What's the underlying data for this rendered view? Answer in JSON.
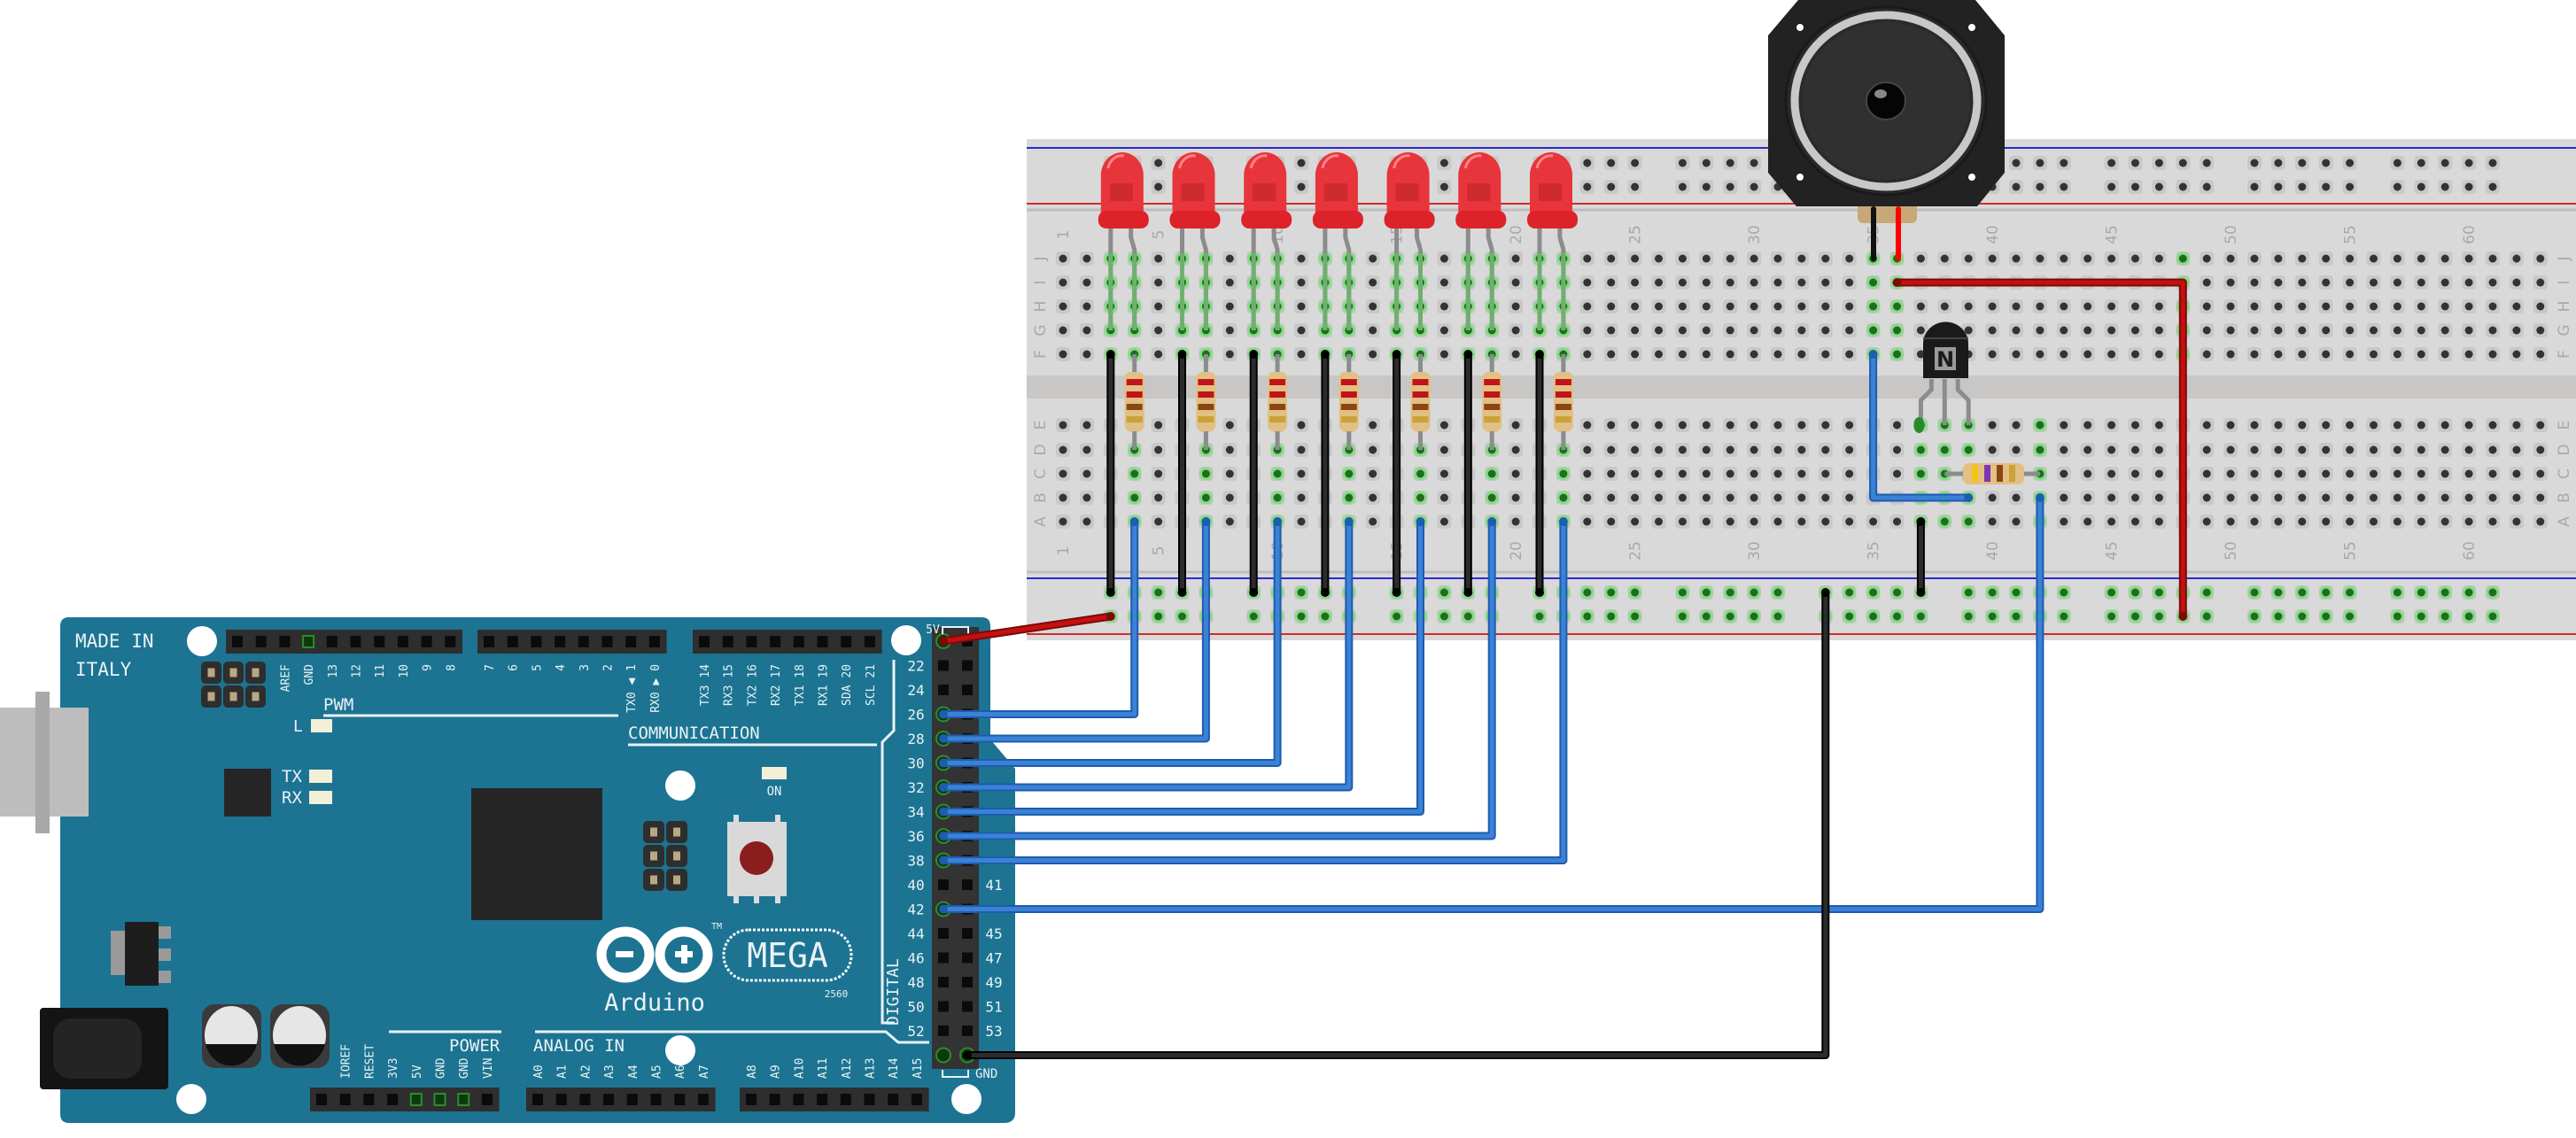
{
  "arduino": {
    "made_in": "MADE IN",
    "italy": "ITALY",
    "pwm": "PWM",
    "l_led": "L",
    "tx_led": "TX",
    "rx_led": "RX",
    "on_led": "ON",
    "communication": "COMMUNICATION",
    "power": "POWER",
    "analog_in": "ANALOG IN",
    "digital": "DIGITAL",
    "brand": "Arduino",
    "model": "MEGA",
    "model_number": "2560",
    "trademark": "TM",
    "five_v": "5V",
    "gnd": "GND",
    "header_pwm": [
      "",
      "",
      "AREF",
      "GND",
      "13",
      "12",
      "11",
      "10",
      "9",
      "8"
    ],
    "header_digital": [
      "7",
      "6",
      "5",
      "4",
      "3",
      "2",
      "TX0 ◀ 1",
      "RX0 ▶ 0"
    ],
    "header_comm": [
      "TX3 14",
      "RX3 15",
      "TX2 16",
      "RX2 17",
      "TX1 18",
      "RX1 19",
      "SDA 20",
      "SCL 21"
    ],
    "header_power": [
      "",
      "IOREF",
      "RESET",
      "3V3",
      "5V",
      "GND",
      "GND",
      "VIN"
    ],
    "header_analog_low": [
      "A0",
      "A1",
      "A2",
      "A3",
      "A4",
      "A5",
      "A6",
      "A7"
    ],
    "header_analog_high": [
      "A8",
      "A9",
      "A10",
      "A11",
      "A12",
      "A13",
      "A14",
      "A15"
    ],
    "right_header_even": [
      "22",
      "24",
      "26",
      "28",
      "30",
      "32",
      "34",
      "36",
      "38",
      "40",
      "42",
      "44",
      "46",
      "48",
      "50",
      "52"
    ],
    "right_header_odd_visible": [
      "41",
      "45",
      "47",
      "49",
      "51",
      "53"
    ]
  },
  "breadboard": {
    "column_numbers": [
      "1",
      "5",
      "10",
      "15",
      "20",
      "25",
      "30",
      "35",
      "40",
      "45",
      "50",
      "55",
      "60"
    ],
    "row_letters": [
      "J",
      "I",
      "H",
      "G",
      "F",
      "E",
      "D",
      "C",
      "B",
      "A"
    ]
  },
  "components": {
    "transistor_label": "N",
    "led_count": 7,
    "led_color": "#e8343b",
    "led_resistor_bands": [
      "#c0141a",
      "#c0141a",
      "#8a4514",
      "#c9a23a"
    ],
    "transistor_resistor_bands": [
      "#f0c419",
      "#7f35b8",
      "#8a4514",
      "#c9a23a"
    ]
  },
  "colors": {
    "board": "#1c7492",
    "breadboard": "#d9d9d9",
    "wire_blue": "#3b82d6",
    "wire_red": "#c41010",
    "wire_black": "#222222",
    "hole_highlight": "#86dc86"
  }
}
